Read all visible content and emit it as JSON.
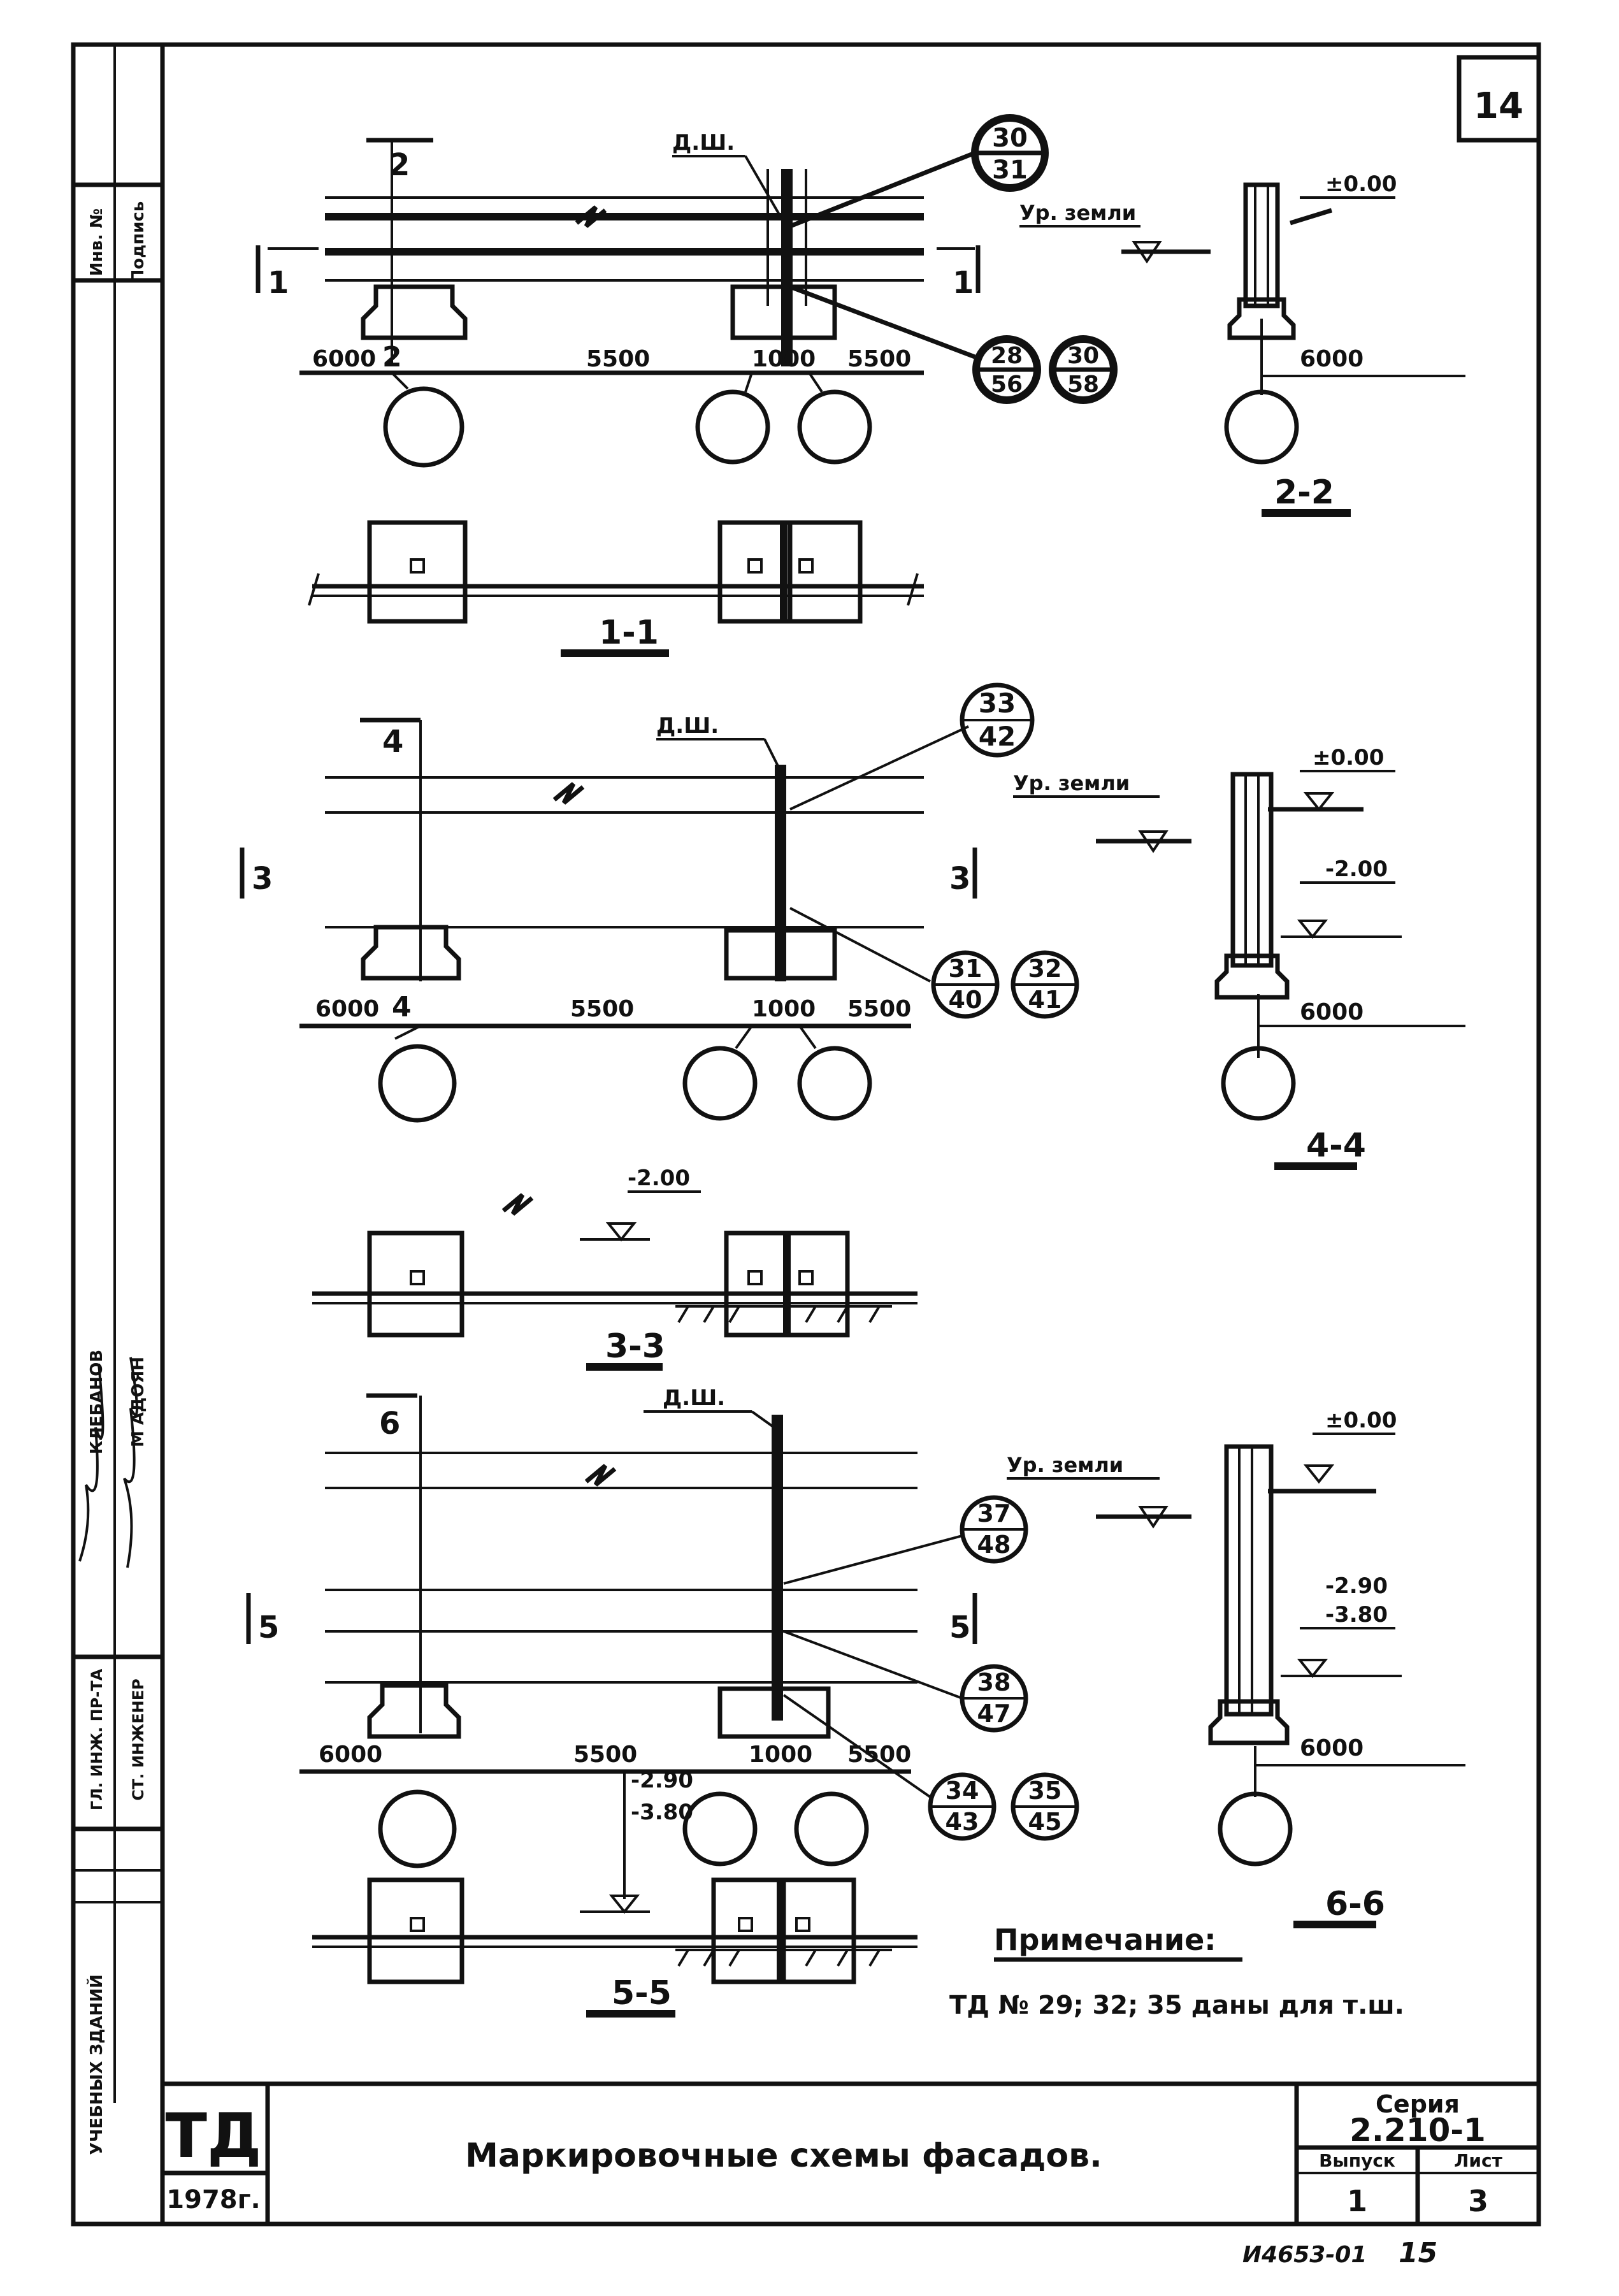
{
  "sheet": {
    "number": "14"
  },
  "sheet_label": "15",
  "stamp": "И4653-01",
  "side_stamp": {
    "top_labels": [
      "Инв. №",
      "Подпись"
    ],
    "roles": [
      "ГЛ. ИНЖ. ПР-ТА",
      "СТ. ИНЖЕНЕР"
    ],
    "names": [
      "КЛЕБАНОВ",
      "М АДОЯН"
    ],
    "vertical_caption": "УЧЕБНЫХ ЗДАНИЙ"
  },
  "section_1": {
    "cut_a": "1",
    "cut_b": "1",
    "axis_mark_top": "2",
    "seam_label": "Д.Ш.",
    "circle_top": {
      "top": "30",
      "bottom": "31"
    },
    "circles_bottom": [
      {
        "top": "28",
        "bottom": "56"
      },
      {
        "top": "30",
        "bottom": "58"
      }
    ],
    "dims": {
      "left": "6000",
      "mark": "2",
      "mid": "5500",
      "gap": "1000",
      "right": "5500"
    },
    "plan_label": "1-1",
    "side": {
      "ground": "Ур. земли",
      "level": "±0.00",
      "dim": "6000",
      "label": "2-2"
    }
  },
  "section_3": {
    "cut_top": "4",
    "cut_a": "3",
    "cut_b": "3",
    "seam_label": "Д.Ш.",
    "circle_top": {
      "top": "33",
      "bottom": "42"
    },
    "circles_bottom": [
      {
        "top": "31",
        "bottom": "40"
      },
      {
        "top": "32",
        "bottom": "41"
      }
    ],
    "dims": {
      "left": "6000",
      "mark": "4",
      "mid": "5500",
      "gap": "1000",
      "right": "5500"
    },
    "plan_label": "3-3",
    "plan_level": "-2.00",
    "side": {
      "ground": "Ур. земли",
      "level_top": "±0.00",
      "level_bottom": "-2.00",
      "dim": "6000",
      "label": "4-4"
    }
  },
  "section_5": {
    "cut_top": "6",
    "cut_a": "5",
    "cut_b": "5",
    "seam_label": "Д.Ш.",
    "circles_right": [
      {
        "top": "37",
        "bottom": "48"
      },
      {
        "top": "38",
        "bottom": "47"
      }
    ],
    "circles_bottom": [
      {
        "top": "34",
        "bottom": "43"
      },
      {
        "top": "35",
        "bottom": "45"
      }
    ],
    "dims": {
      "left": "6000",
      "mid": "5500",
      "gap": "1000",
      "right": "5500"
    },
    "plan_levels": [
      "-2.90",
      "-3.80"
    ],
    "plan_label": "5-5",
    "side": {
      "ground": "Ур. земли",
      "level_top": "±0.00",
      "level_mid": "-2.90",
      "level_low": "-3.80",
      "dim": "6000",
      "label": "6-6"
    }
  },
  "note": {
    "title": "Примечание:",
    "text": "ТД № 29; 32; 35  даны для т.ш."
  },
  "title_block": {
    "logo": "ТД",
    "year": "1978г.",
    "title": "Маркировочные схемы фасадов.",
    "series_label": "Серия",
    "series": "2.210-1",
    "issue_label": "Выпуск",
    "issue": "1",
    "sheet_label": "Лист",
    "sheet": "3"
  }
}
